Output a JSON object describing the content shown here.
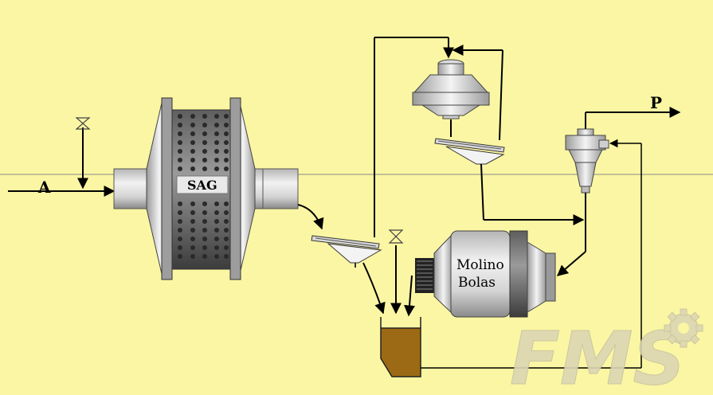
{
  "labels": {
    "feed": "A",
    "product": "P",
    "sag_mill": "SAG",
    "ball_mill_line1": "Molino",
    "ball_mill_line2": "Bolas",
    "watermark": "FMS"
  },
  "colors": {
    "background": "#fbf6a3",
    "line": "#000000",
    "equipment_light": "#e6e6e6",
    "equipment_dark": "#5a5a5a",
    "sump_fill": "#9c6a14",
    "watermark": "#d9d3b4"
  },
  "icons": [
    "valve-icon",
    "cone-crusher-icon",
    "screen-icon",
    "hydrocyclone-icon",
    "sump-icon",
    "sag-mill-icon",
    "ball-mill-icon",
    "gear-icon"
  ]
}
